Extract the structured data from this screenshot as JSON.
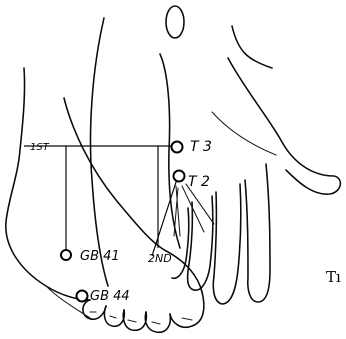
{
  "diagram": {
    "labels": {
      "first": "1ST",
      "t3": "T 3",
      "t2": "T 2",
      "gb41": "GB 41",
      "second": "2ND",
      "gb44": "GB 44",
      "truncated_caption": "Tı"
    }
  }
}
